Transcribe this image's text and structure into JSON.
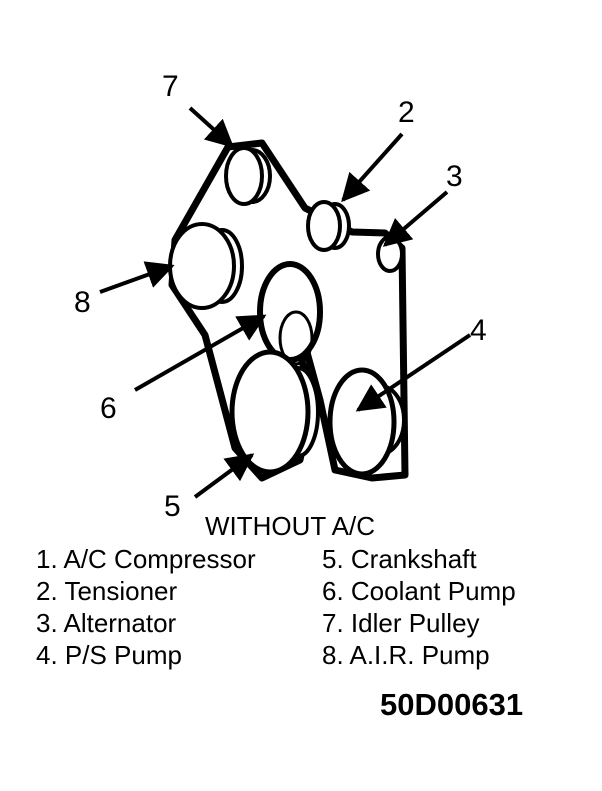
{
  "callouts": {
    "c1": "7",
    "c2": "2",
    "c3": "3",
    "c4": "4",
    "c5": "5",
    "c6": "6",
    "c7": "8"
  },
  "caption": "WITHOUT A/C",
  "legend": {
    "left": [
      "1. A/C Compressor",
      "2. Tensioner",
      "3. Alternator",
      "4. P/S Pump"
    ],
    "right": [
      "5. Crankshaft",
      "6. Coolant Pump",
      "7. Idler Pulley",
      "8. A.I.R. Pump"
    ]
  },
  "figure_code": "50D00631"
}
